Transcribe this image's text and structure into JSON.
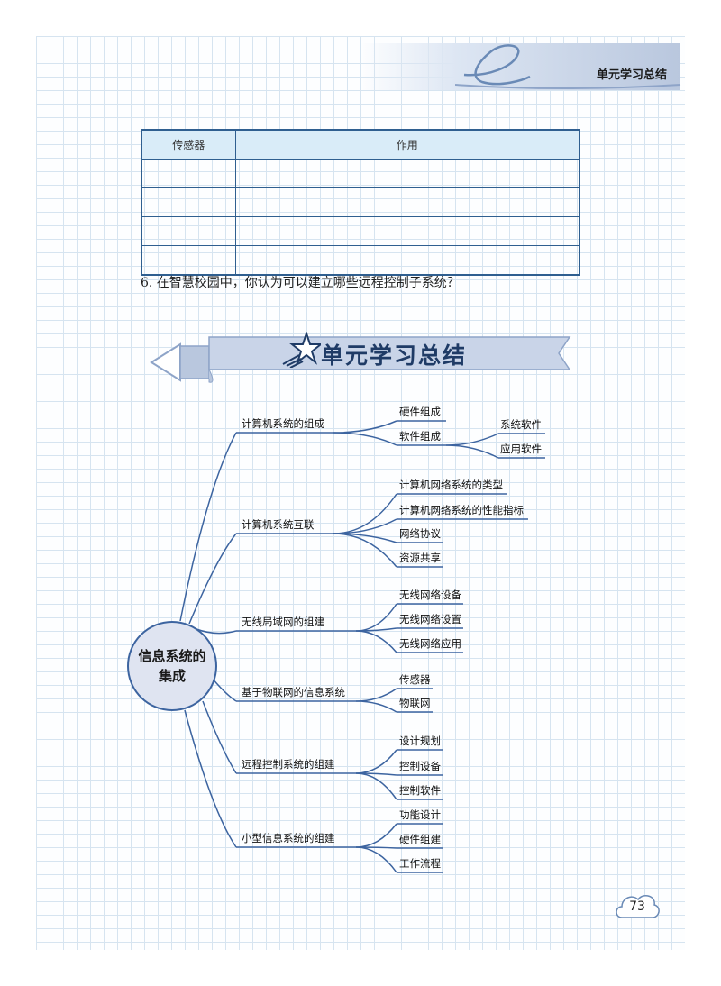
{
  "header": {
    "title": "单元学习总结"
  },
  "table": {
    "headers": [
      "传感器",
      "作用"
    ],
    "rows": [
      [
        "",
        ""
      ],
      [
        "",
        ""
      ],
      [
        "",
        ""
      ],
      [
        "",
        ""
      ]
    ]
  },
  "question": "6. 在智慧校园中，你认为可以建立哪些远程控制子系统？",
  "banner": {
    "title": "单元学习总结"
  },
  "mindmap": {
    "center": "信息系统的集成",
    "branches": [
      {
        "label": "计算机系统的组成",
        "children": [
          "硬件组成",
          "软件组成"
        ],
        "sub": [
          "系统软件",
          "应用软件"
        ]
      },
      {
        "label": "计算机系统互联",
        "children": [
          "计算机网络系统的类型",
          "计算机网络系统的性能指标",
          "网络协议",
          "资源共享"
        ]
      },
      {
        "label": "无线局域网的组建",
        "children": [
          "无线网络设备",
          "无线网络设置",
          "无线网络应用"
        ]
      },
      {
        "label": "基于物联网的信息系统",
        "children": [
          "传感器",
          "物联网"
        ]
      },
      {
        "label": "远程控制系统的组建",
        "children": [
          "设计规划",
          "控制设备",
          "控制软件"
        ]
      },
      {
        "label": "小型信息系统的组建",
        "children": [
          "功能设计",
          "硬件组建",
          "工作流程"
        ]
      }
    ]
  },
  "page_number": "73",
  "colors": {
    "line": "#3c64a0",
    "table_border": "#2f5f90",
    "table_header_bg": "#d9ecf8",
    "banner": "#c9d4e8"
  }
}
